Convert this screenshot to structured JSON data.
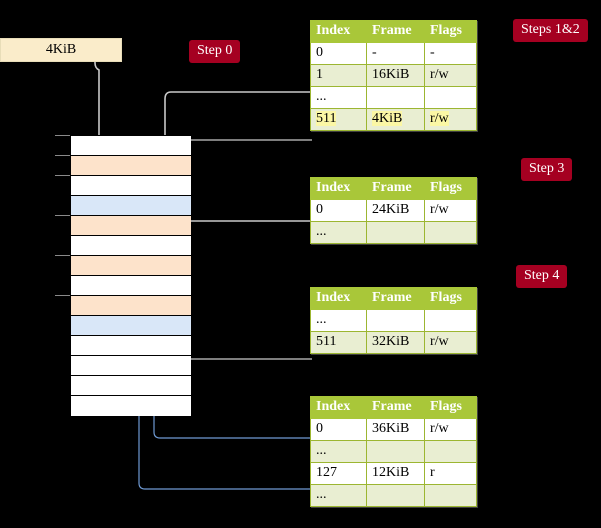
{
  "page": {
    "background": "#000000",
    "accent_green": "#a9c739",
    "badge_red": "#a50021",
    "highlight_yellow": "#fbf7a5",
    "row_orange": "#fde3cb",
    "row_blue": "#d9e7f8",
    "cream": "#faecca"
  },
  "badges": [
    {
      "label": "Steps 1&2"
    },
    {
      "label": "Step 0"
    },
    {
      "label": "Step 3"
    },
    {
      "label": "Step 4"
    }
  ],
  "offset_box": {
    "label": "4KiB"
  },
  "tables": [
    {
      "name": "level-0-table",
      "headers": [
        "Index",
        "Frame",
        "Flags"
      ],
      "rows": [
        {
          "style": "plain",
          "highlight": false,
          "cells": [
            "0",
            "-",
            "-"
          ]
        },
        {
          "style": "alt",
          "highlight": false,
          "cells": [
            "1",
            "16KiB",
            "r/w"
          ]
        },
        {
          "style": "plain",
          "highlight": false,
          "cells": [
            "...",
            "",
            ""
          ]
        },
        {
          "style": "alt",
          "highlight": true,
          "cells": [
            "511",
            "4KiB",
            "r/w"
          ]
        }
      ]
    },
    {
      "name": "level-1-table",
      "headers": [
        "Index",
        "Frame",
        "Flags"
      ],
      "rows": [
        {
          "style": "plain",
          "highlight": false,
          "cells": [
            "0",
            "24KiB",
            "r/w"
          ]
        },
        {
          "style": "alt",
          "highlight": false,
          "cells": [
            "...",
            "",
            ""
          ]
        }
      ]
    },
    {
      "name": "level-2-table",
      "headers": [
        "Index",
        "Frame",
        "Flags"
      ],
      "rows": [
        {
          "style": "plain",
          "highlight": false,
          "cells": [
            "...",
            "",
            ""
          ]
        },
        {
          "style": "alt",
          "highlight": false,
          "cells": [
            "511",
            "32KiB",
            "r/w"
          ]
        }
      ]
    },
    {
      "name": "level-3-table",
      "headers": [
        "Index",
        "Frame",
        "Flags"
      ],
      "rows": [
        {
          "style": "plain",
          "highlight": false,
          "cells": [
            "0",
            "36KiB",
            "r/w"
          ]
        },
        {
          "style": "alt",
          "highlight": false,
          "cells": [
            "...",
            "",
            ""
          ]
        },
        {
          "style": "plain",
          "highlight": false,
          "cells": [
            "127",
            "12KiB",
            "r"
          ]
        },
        {
          "style": "alt",
          "highlight": false,
          "cells": [
            "...",
            "",
            ""
          ]
        }
      ]
    }
  ],
  "memory": {
    "rows": [
      {
        "fill": "white"
      },
      {
        "fill": "orange"
      },
      {
        "fill": "white"
      },
      {
        "fill": "blue"
      },
      {
        "fill": "orange"
      },
      {
        "fill": "white"
      },
      {
        "fill": "orange"
      },
      {
        "fill": "white"
      },
      {
        "fill": "orange"
      },
      {
        "fill": "blue"
      },
      {
        "fill": "white"
      },
      {
        "fill": "white"
      },
      {
        "fill": "white"
      },
      {
        "fill": "white"
      }
    ]
  }
}
